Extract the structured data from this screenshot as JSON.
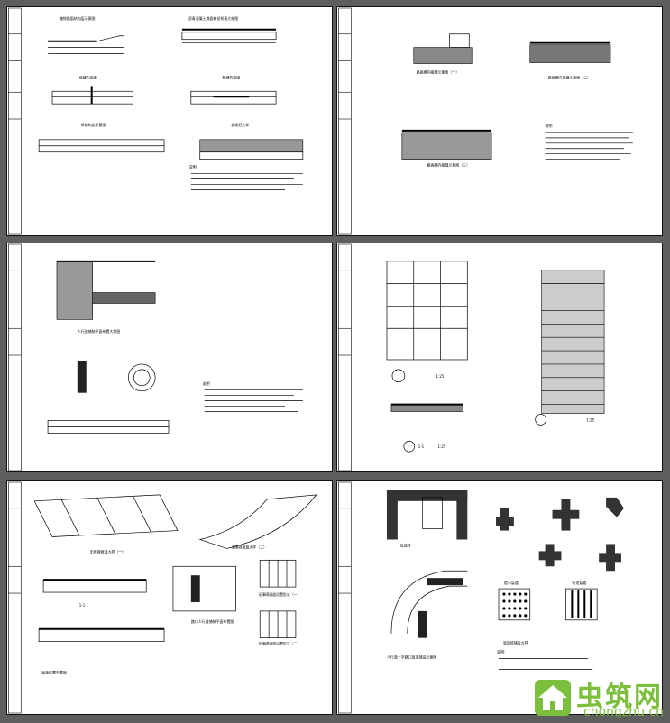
{
  "sheets": [
    {
      "id": "sheet-1",
      "labels": [
        "撤除路面结构层示意图",
        "沥青混凝土路面新旧衔接大样图",
        "缩缝构造图",
        "胀缝构造图",
        "纵缝构造示意图",
        "路缘石大样",
        "说明"
      ]
    },
    {
      "id": "sheet-2",
      "labels": [
        "路面横向接缝示意图（一）",
        "路面横向接缝示意图（二）",
        "路面横向接缝示意图（三）",
        "说明"
      ]
    },
    {
      "id": "sheet-3",
      "labels": [
        "人行道铺装平面布置大样图",
        "说明"
      ]
    },
    {
      "id": "sheet-4",
      "labels": [
        "1:25",
        "1:25",
        "1-1",
        "1:25"
      ]
    },
    {
      "id": "sheet-5",
      "labels": [
        "无障碍坡道大样（一）",
        "无障碍坡道大样（二）",
        "路口人行道铺装平面布置图",
        "盲道位置布置图",
        "无障碍通道设置形式（一）",
        "无障碍通道设置形式（二）",
        "1-1"
      ]
    },
    {
      "id": "sheet-6",
      "labels": [
        "盲道砖",
        "人行道十字路口盲道铺设示意图",
        "提示盲道",
        "行进盲道",
        "盲道砖铺设大样",
        "说明："
      ]
    }
  ],
  "watermark": {
    "brand": "虫筑网",
    "url": "chongzhu.cn",
    "brand_color": "#7cbf3c"
  }
}
